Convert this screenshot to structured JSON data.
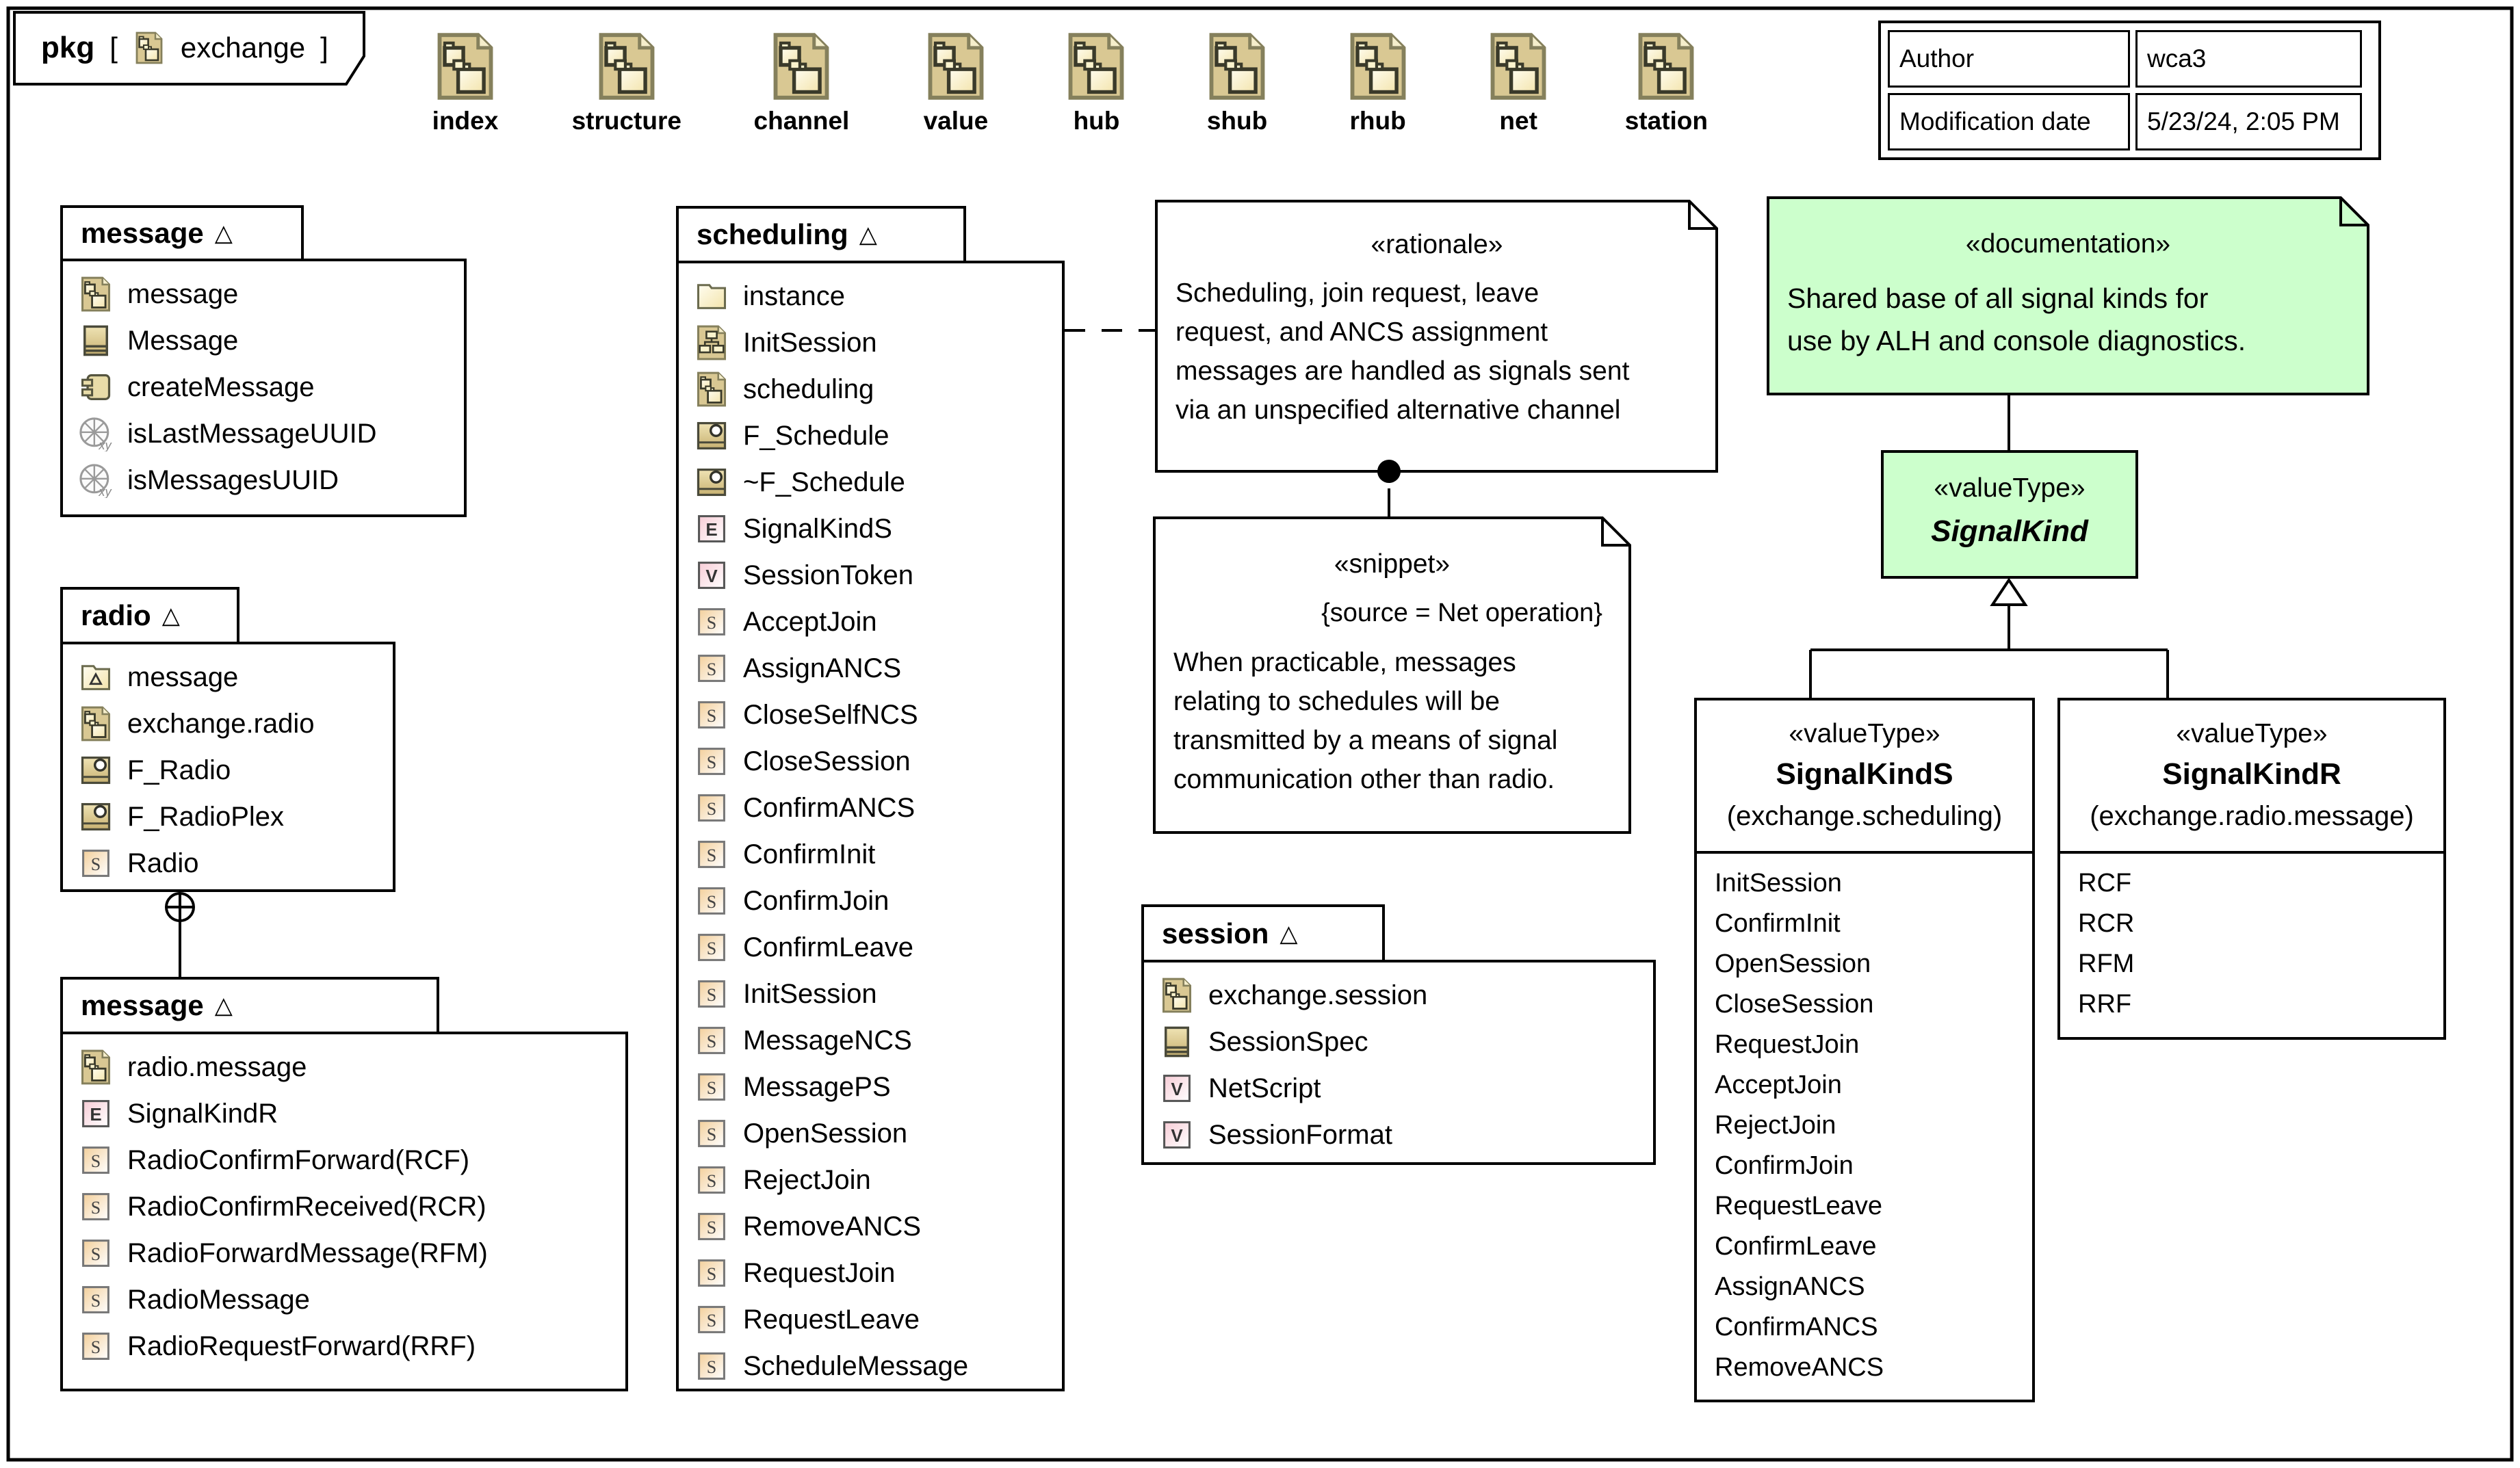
{
  "frame_header": {
    "keyword": "pkg",
    "bracket_open": "[",
    "bracket_close": "]",
    "diagram_name": "exchange"
  },
  "ui": {
    "collapse_glyph": "△"
  },
  "icon_row": [
    "index",
    "structure",
    "channel",
    "value",
    "hub",
    "shub",
    "rhub",
    "net",
    "station"
  ],
  "info_table": {
    "rows": [
      [
        "Author",
        "wca3"
      ],
      [
        "Modification date",
        "5/23/24, 2:05 PM"
      ]
    ]
  },
  "packages": {
    "message_top": {
      "title": "message",
      "items": [
        {
          "icon": "package",
          "label": "message"
        },
        {
          "icon": "specification",
          "label": "Message"
        },
        {
          "icon": "behavior",
          "label": "createMessage"
        },
        {
          "icon": "expression",
          "label": "isLastMessageUUID"
        },
        {
          "icon": "expression",
          "label": "isMessagesUUID"
        }
      ]
    },
    "radio": {
      "title": "radio",
      "items": [
        {
          "icon": "package-collapsed",
          "label": "message"
        },
        {
          "icon": "package",
          "label": "exchange.radio"
        },
        {
          "icon": "activity",
          "label": "F_Radio"
        },
        {
          "icon": "activity",
          "label": "F_RadioPlex"
        },
        {
          "icon": "signal",
          "label": "Radio"
        }
      ]
    },
    "message_bottom": {
      "title": "message",
      "items": [
        {
          "icon": "package",
          "label": "radio.message"
        },
        {
          "icon": "enumeration",
          "label": "SignalKindR"
        },
        {
          "icon": "signal",
          "label": "RadioConfirmForward(RCF)"
        },
        {
          "icon": "signal",
          "label": "RadioConfirmReceived(RCR)"
        },
        {
          "icon": "signal",
          "label": "RadioForwardMessage(RFM)"
        },
        {
          "icon": "signal",
          "label": "RadioMessage"
        },
        {
          "icon": "signal",
          "label": "RadioRequestForward(RRF)"
        }
      ]
    },
    "scheduling": {
      "title": "scheduling",
      "items": [
        {
          "icon": "folder",
          "label": "instance"
        },
        {
          "icon": "diagram",
          "label": "InitSession"
        },
        {
          "icon": "package",
          "label": "scheduling"
        },
        {
          "icon": "activity",
          "label": "F_Schedule"
        },
        {
          "icon": "activity",
          "label": "~F_Schedule"
        },
        {
          "icon": "enumeration",
          "label": "SignalKindS"
        },
        {
          "icon": "valuetype",
          "label": "SessionToken"
        },
        {
          "icon": "signal",
          "label": "AcceptJoin"
        },
        {
          "icon": "signal",
          "label": "AssignANCS"
        },
        {
          "icon": "signal",
          "label": "CloseSelfNCS"
        },
        {
          "icon": "signal",
          "label": "CloseSession"
        },
        {
          "icon": "signal",
          "label": "ConfirmANCS"
        },
        {
          "icon": "signal",
          "label": "ConfirmInit"
        },
        {
          "icon": "signal",
          "label": "ConfirmJoin"
        },
        {
          "icon": "signal",
          "label": "ConfirmLeave"
        },
        {
          "icon": "signal",
          "label": "InitSession"
        },
        {
          "icon": "signal",
          "label": "MessageNCS"
        },
        {
          "icon": "signal",
          "label": "MessagePS"
        },
        {
          "icon": "signal",
          "label": "OpenSession"
        },
        {
          "icon": "signal",
          "label": "RejectJoin"
        },
        {
          "icon": "signal",
          "label": "RemoveANCS"
        },
        {
          "icon": "signal",
          "label": "RequestJoin"
        },
        {
          "icon": "signal",
          "label": "RequestLeave"
        },
        {
          "icon": "signal",
          "label": "ScheduleMessage"
        }
      ]
    },
    "session": {
      "title": "session",
      "items": [
        {
          "icon": "package",
          "label": "exchange.session"
        },
        {
          "icon": "specification",
          "label": "SessionSpec"
        },
        {
          "icon": "valuetype",
          "label": "NetScript"
        },
        {
          "icon": "valuetype",
          "label": "SessionFormat"
        }
      ]
    }
  },
  "notes": {
    "rationale": {
      "stereotype": "«rationale»",
      "text": "Scheduling, join request, leave\nrequest, and ANCS assignment\nmessages are handled as signals sent\nvia an unspecified alternative channel"
    },
    "snippet": {
      "stereotype": "«snippet»",
      "subtitle": "{source = Net operation}",
      "text": "When practicable, messages\nrelating to schedules will be\ntransmitted by a means of signal\ncommunication other than radio."
    },
    "documentation": {
      "stereotype": "«documentation»",
      "text": "Shared base of all signal kinds for\nuse by ALH and console diagnostics."
    }
  },
  "valuetypes": {
    "signalkind": {
      "stereotype": "«valueType»",
      "name": "SignalKind"
    },
    "signalkinds": {
      "stereotype": "«valueType»",
      "name": "SignalKindS",
      "qualifier": "(exchange.scheduling)",
      "values": [
        "InitSession",
        "ConfirmInit",
        "OpenSession",
        "CloseSession",
        "RequestJoin",
        "AcceptJoin",
        "RejectJoin",
        "ConfirmJoin",
        "RequestLeave",
        "ConfirmLeave",
        "AssignANCS",
        "ConfirmANCS",
        "RemoveANCS"
      ]
    },
    "signalkindr": {
      "stereotype": "«valueType»",
      "name": "SignalKindR",
      "qualifier": "(exchange.radio.message)",
      "values": [
        "RCF",
        "RCR",
        "RFM",
        "RRF"
      ]
    }
  },
  "colors": {
    "note_green": "#ccffcc",
    "icon_tan": "#d9c893",
    "icon_cream": "#faf3cd",
    "signal_peach": "#f3cf9b",
    "type_pink": "#f7ccd6"
  }
}
